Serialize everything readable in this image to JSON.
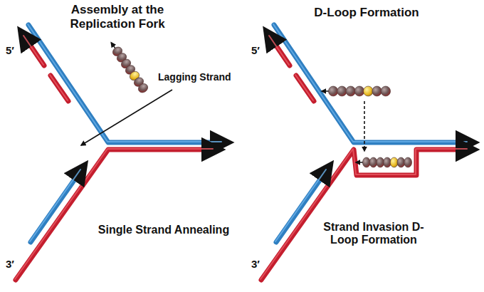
{
  "diagram": {
    "labels": [
      "Assembly at the Replication Fork",
      "D-Loop Formation",
      "5′",
      "Lagging Strand",
      "5′",
      "3′",
      "Single Strand Annealing",
      "3′",
      "Strand Invasion D-Loop Formation"
    ]
  }
}
